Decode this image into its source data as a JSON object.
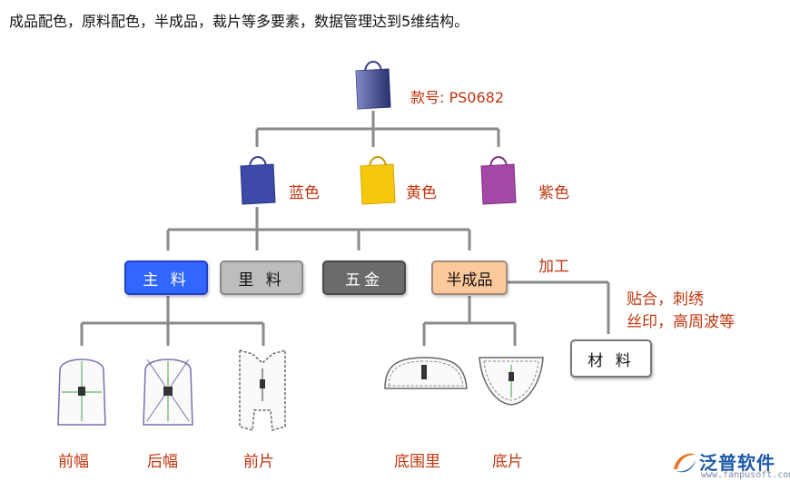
{
  "headline": "成品配色，原料配色，半成品，裁片等多要素，数据管理达到5维结构。",
  "style_code": "款号: PS0682",
  "colors": {
    "blue": {
      "label": "蓝色",
      "hex": "#3d4aa8"
    },
    "yellow": {
      "label": "黄色",
      "hex": "#f6c80c"
    },
    "purple": {
      "label": "紫色",
      "hex": "#a448a5"
    }
  },
  "categories": {
    "main": "主 料",
    "lining": "里 料",
    "hardware": "五金",
    "semi": "半成品"
  },
  "process_label": "加工",
  "process_notes": [
    "贴合，刺绣",
    "丝印，高周波等"
  ],
  "material": "材 料",
  "pieces": [
    "前幅",
    "后幅",
    "前片",
    "底围里",
    "底片"
  ],
  "logo": {
    "name": "泛普软件",
    "url": "www.fanpusoft.com"
  },
  "line_color": "#8a8a8a"
}
